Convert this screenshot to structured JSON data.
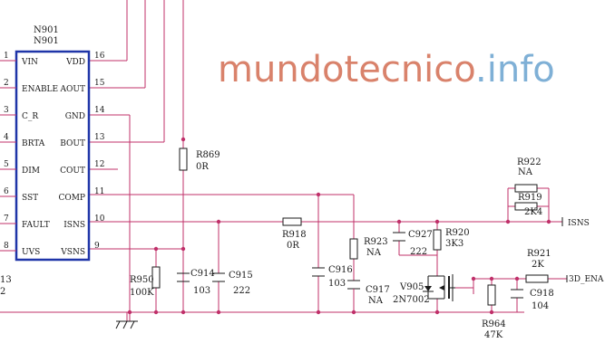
{
  "ic": {
    "ref": "N901",
    "part": "N901",
    "left_pins": [
      {
        "num": "1",
        "name": "VIN"
      },
      {
        "num": "2",
        "name": "ENABLE"
      },
      {
        "num": "3",
        "name": "C_R"
      },
      {
        "num": "4",
        "name": "BRTA"
      },
      {
        "num": "5",
        "name": "DIM"
      },
      {
        "num": "6",
        "name": "SST"
      },
      {
        "num": "7",
        "name": "FAULT"
      },
      {
        "num": "8",
        "name": "UVS"
      }
    ],
    "right_pins": [
      {
        "num": "16",
        "name": "VDD"
      },
      {
        "num": "15",
        "name": "AOUT"
      },
      {
        "num": "14",
        "name": "GND"
      },
      {
        "num": "13",
        "name": "BOUT"
      },
      {
        "num": "12",
        "name": "COUT"
      },
      {
        "num": "11",
        "name": "COMP"
      },
      {
        "num": "10",
        "name": "ISNS"
      },
      {
        "num": "9",
        "name": "VSNS"
      }
    ]
  },
  "components": {
    "R869": {
      "ref": "R869",
      "value": "0R"
    },
    "R918": {
      "ref": "R918",
      "value": "0R"
    },
    "R950": {
      "ref": "R950",
      "value": "100K"
    },
    "C914": {
      "ref": "C914",
      "value": "103"
    },
    "C915": {
      "ref": "C915",
      "value": "222"
    },
    "C916": {
      "ref": "C916",
      "value": "103"
    },
    "R923": {
      "ref": "R923",
      "value": "NA"
    },
    "C917": {
      "ref": "C917",
      "value": "NA"
    },
    "C927": {
      "ref": "C927",
      "value": "222"
    },
    "R920": {
      "ref": "R920",
      "value": "3K3"
    },
    "V905": {
      "ref": "V905",
      "value": "2N7002"
    },
    "R922": {
      "ref": "R922",
      "value": "NA"
    },
    "R919": {
      "ref": "R919",
      "value": "2K4"
    },
    "R921": {
      "ref": "R921",
      "value": "2K"
    },
    "C918": {
      "ref": "C918",
      "value": "104"
    },
    "R964": {
      "ref": "R964",
      "value": "47K"
    }
  },
  "nets": {
    "isns": "ISNS",
    "enable_3d": "3D_ENA"
  },
  "edge_fragments": {
    "top": "13",
    "bottom": "2"
  },
  "watermark": {
    "main": "mundotecnico",
    "suffix": ".info",
    "main_color": "#d9826b",
    "suffix_color": "#7fb0d6"
  },
  "colors": {
    "wire": "#c0306a",
    "ink": "#1a1a1a",
    "ic_border": "#1f35a8"
  }
}
